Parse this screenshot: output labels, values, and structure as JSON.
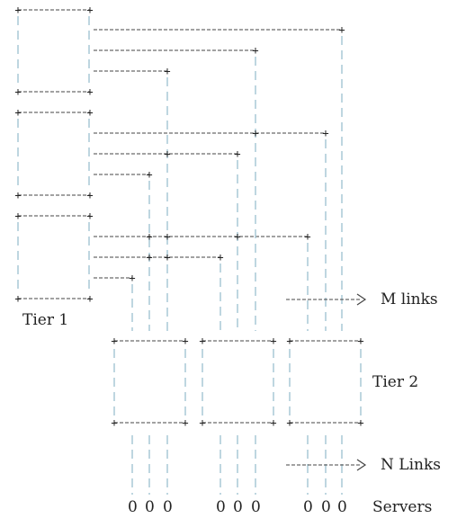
{
  "labels": {
    "tier1": "Tier 1",
    "tier2": "Tier 2",
    "m_links": "M links",
    "n_links": "N Links",
    "servers": "Servers"
  },
  "server_glyph": "0",
  "colors": {
    "ink": "#222222",
    "link": "#a9c9d6",
    "background": "#ffffff"
  }
}
